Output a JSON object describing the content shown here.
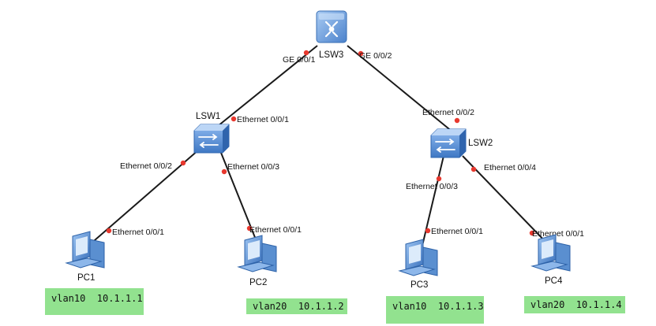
{
  "colors": {
    "link": "#1a1a1a",
    "port_dot": "#e8382e",
    "switch_body": "#5f95d6",
    "switch_light": "#b9d5f5",
    "pc_body": "#4d86c9",
    "note_bg": "#92e28f"
  },
  "devices": [
    {
      "id": "lsw3",
      "label": "LSW3",
      "icon": "core-switch-icon"
    },
    {
      "id": "lsw1",
      "label": "LSW1",
      "icon": "switch-icon"
    },
    {
      "id": "lsw2",
      "label": "LSW2",
      "icon": "switch-icon"
    },
    {
      "id": "pc1",
      "label": "PC1",
      "icon": "pc-icon"
    },
    {
      "id": "pc2",
      "label": "PC2",
      "icon": "pc-icon"
    },
    {
      "id": "pc3",
      "label": "PC3",
      "icon": "pc-icon"
    },
    {
      "id": "pc4",
      "label": "PC4",
      "icon": "pc-icon"
    }
  ],
  "links": [
    {
      "from": "lsw3",
      "from_port": "GE 0/0/1",
      "to": "lsw1",
      "to_port": "Ethernet 0/0/1"
    },
    {
      "from": "lsw3",
      "from_port": "GE 0/0/2",
      "to": "lsw2",
      "to_port": "Ethernet 0/0/2"
    },
    {
      "from": "lsw1",
      "from_port": "Ethernet 0/0/2",
      "to": "pc1",
      "to_port": "Ethernet 0/0/1"
    },
    {
      "from": "lsw1",
      "from_port": "Ethernet 0/0/3",
      "to": "pc2",
      "to_port": "Ethernet 0/0/1"
    },
    {
      "from": "lsw2",
      "from_port": "Ethernet 0/0/3",
      "to": "pc3",
      "to_port": "Ethernet 0/0/1"
    },
    {
      "from": "lsw2",
      "from_port": "Ethernet 0/0/4",
      "to": "pc4",
      "to_port": "Ethernet 0/0/1"
    }
  ],
  "notes": [
    {
      "pc": "pc1",
      "text": "vlan10  10.1.1.1"
    },
    {
      "pc": "pc2",
      "text": "vlan20  10.1.1.2"
    },
    {
      "pc": "pc3",
      "text": "vlan10  10.1.1.3"
    },
    {
      "pc": "pc4",
      "text": "vlan20  10.1.1.4"
    }
  ]
}
